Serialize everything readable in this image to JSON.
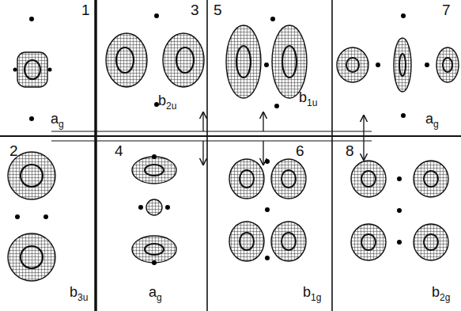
{
  "diagram": {
    "labels": [
      "1",
      "ag",
      "3",
      "b2u",
      "5",
      "b1u",
      "7",
      "ag",
      "2",
      "b3u",
      "4",
      "ag",
      "6",
      "b1g",
      "8",
      "b2g"
    ]
  }
}
